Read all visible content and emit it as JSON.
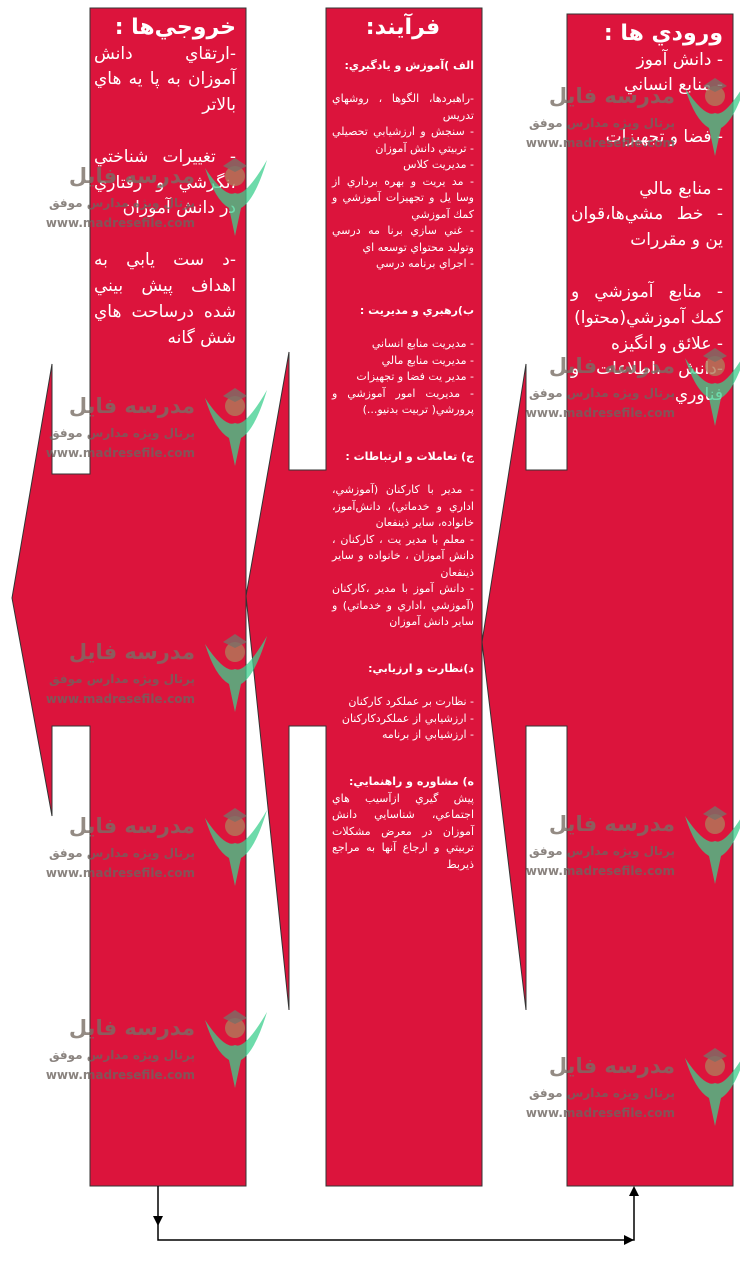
{
  "colors": {
    "box": "#dc143c",
    "stroke": "#333333",
    "connector": "#000000"
  },
  "inputs": {
    "title": "ورودي ها :",
    "body": "- دانش آموز\n- منابع انساني\n\n- فضا و تجهيزات\n\n- منابع مالي\n- خط مشي‌ها،قوان ين و مقررات\n\n- منابع آموزشي و كمك آموزشي(محتوا)\n- علائق و انگيزه\n-دانش ،اطلاعات و فناوري"
  },
  "process": {
    "title": "فرآيند:",
    "sections": [
      {
        "head": "الف )آموزش و يادگيري:",
        "body": "-راهبردها، الگوها ، روشهاي تدريس\n- سنجش و ارزشيابي تحصيلي - تربيتي دانش آموزان\n- مديريت كلاس\n- مد يريت و بهره برداري از وسا يل و تجهيزات آموزشي و كمك آموزشي\n- غني سازي برنا مه درسي وتوليد محتواي توسعه اي\n- اجراي برنامه درسي"
      },
      {
        "head": "ب)رهبري و مديريت :",
        "body": "- مديريت منابع انساني\n- مديريت منابع مالي\n- مدير يت فضا و تجهيزات\n- مديريت امور آموزشي و پرورشي( تربيت بدنيو...)"
      },
      {
        "head": "ج) تعاملات و ارتباطات :",
        "body": "- مدير با كاركنان (آموزشي، اداري و خدماتي)، دانش‌آموز، خانواده، ساير ذينفعان\n- معلم با مدير يت ، كاركنان ، دانش آموزان ، خانواده و ساير ذينفعان\n- دانش آموز با مدير ،كاركنان (آموزشي ،اداري و خدماتي) و ساير دانش آموزان"
      },
      {
        "head": "د)نظارت و ارزيابي:",
        "body": "- نظارت بر عملكرد كاركنان\n- ارزشيابي از عملكردكاركنان\n- ارزشيابي از برنامه"
      },
      {
        "head": "ه) مشاوره و راهنمايي:",
        "body": "پيش گيري ازآسيب هاي اجتماعي، شناسايي دانش آموزان در معرض مشكلات تربيتي و ارجاع آنها به مراجع ذيربط"
      }
    ]
  },
  "outputs": {
    "title": "خروجي‌ها :",
    "body": "-ارتقاي دانش آموزان به پا يه هاي بالاتر\n\n- تغييرات شناختي ،نگرشي و رفتاري در دانش آموزان\n\n-د ست يابي به اهداف پيش بيني شده درساحت هاي شش گانه"
  },
  "watermark": {
    "name": "مدرسه فايل",
    "slogan": "پرتال ويژه مدارس موفق",
    "url": "www.madresefile.com"
  }
}
